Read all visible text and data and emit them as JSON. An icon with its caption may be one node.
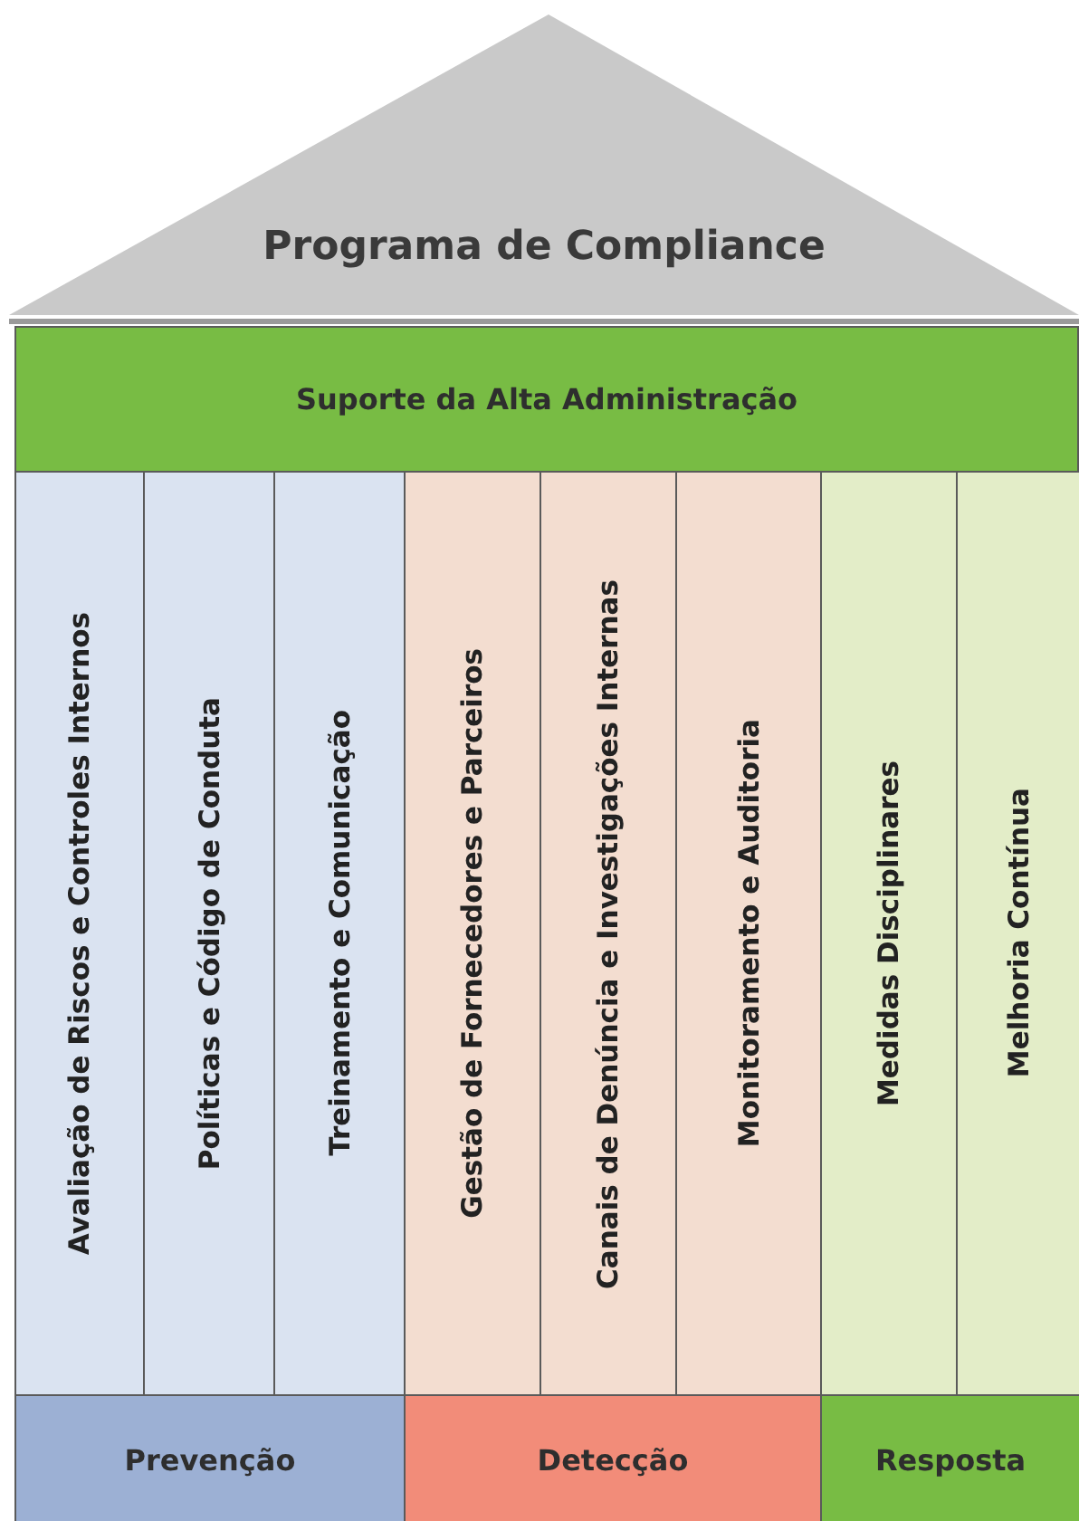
{
  "diagram": {
    "nodes": [
      {
        "text": [
          "Programa de Compliance"
        ]
      },
      {
        "text": [
          "Suporte da Alta Administração"
        ]
      },
      {
        "text": [
          "Avaliação de Riscos e Controles Internos"
        ]
      },
      {
        "text": [
          "Políticas e Código de Conduta"
        ]
      },
      {
        "text": [
          "Treinamento e Comunicação"
        ]
      },
      {
        "text": [
          "Gestão de Fornecedores e Parceiros"
        ]
      },
      {
        "text": [
          "Canais de Denúncia e Investigações Internas"
        ]
      },
      {
        "text": [
          "Monitoramento e Auditoria"
        ]
      },
      {
        "text": [
          "Medidas Disciplinares"
        ]
      },
      {
        "text": [
          "Melhoria Contínua"
        ]
      },
      {
        "text": [
          "Prevenção"
        ]
      },
      {
        "text": [
          "Detecção"
        ]
      },
      {
        "text": [
          "Resposta"
        ]
      }
    ]
  }
}
